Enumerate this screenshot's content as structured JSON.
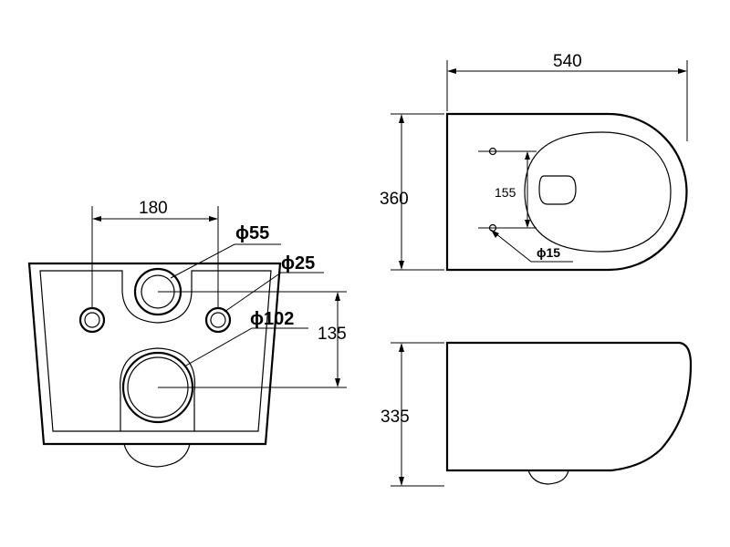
{
  "front_view": {
    "dim_outlet_spacing": "180",
    "dim_fixing_height": "135",
    "label_phi55": "ϕ55",
    "label_phi25": "ϕ25",
    "label_phi102": "ϕ102"
  },
  "top_view": {
    "dim_length": "540",
    "dim_width": "360",
    "dim_seat_holes": "155",
    "label_phi15": "ϕ15"
  },
  "side_view": {
    "dim_height": "335"
  }
}
